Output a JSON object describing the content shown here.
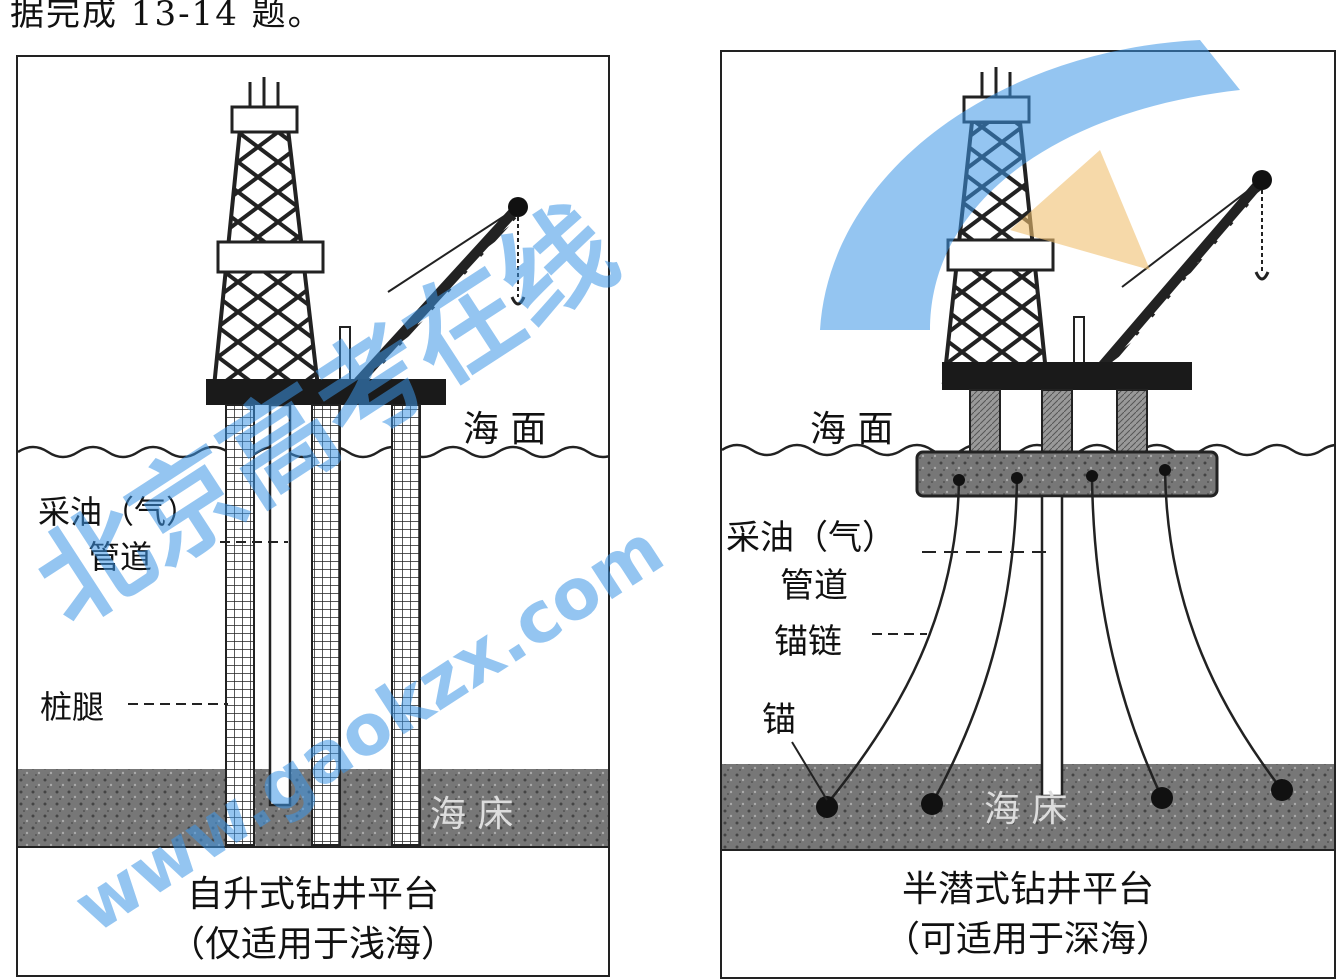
{
  "header": {
    "text": "据完成 13-14 题。"
  },
  "left_diagram": {
    "sea_surface_label": "海 面",
    "pipeline_label_line1": "采油（气）",
    "pipeline_label_line2": "管道",
    "leg_label": "桩腿",
    "seabed_label": "海 床",
    "caption_line1": "自升式钻井平台",
    "caption_line2": "（仅适用于浅海）"
  },
  "right_diagram": {
    "sea_surface_label": "海 面",
    "pipeline_label_line1": "采油（气）",
    "pipeline_label_line2": "管道",
    "chain_label": "锚链",
    "anchor_label": "锚",
    "seabed_label": "海 床",
    "caption_line1": "半潜式钻井平台",
    "caption_line2": "（可适用于深海）"
  },
  "watermark": {
    "text_cn": "北京高考在线",
    "text_url": "www.gaokzx.com",
    "color": "#3c96e6",
    "accent_color": "#f0c070"
  }
}
